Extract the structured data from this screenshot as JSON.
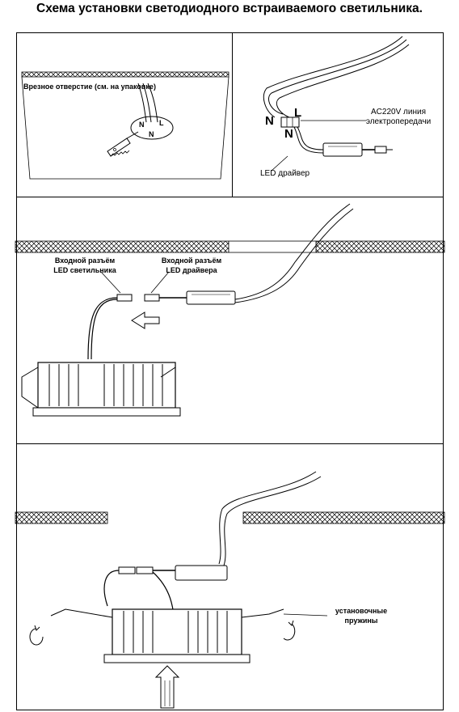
{
  "title": "Схема установки светодиодного встраиваемого светильника.",
  "panel1": {
    "hole_label": "Врезное отверстие (см. на упаковке)",
    "wire_n": "N",
    "wire_l": "L",
    "wire_n2": "N"
  },
  "panel2": {
    "line_label_1": "AC220V линия",
    "line_label_2": "электропередачи",
    "driver_label": "LED драйвер",
    "wire_n": "N",
    "wire_l": "L",
    "wire_n2": "N"
  },
  "panel3": {
    "lamp_connector_1": "Входной разъём",
    "lamp_connector_2": "LED светильника",
    "driver_connector_1": "Входной разъём",
    "driver_connector_2": "LED драйвера"
  },
  "panel4": {
    "springs_1": "установочные",
    "springs_2": "пружины"
  }
}
